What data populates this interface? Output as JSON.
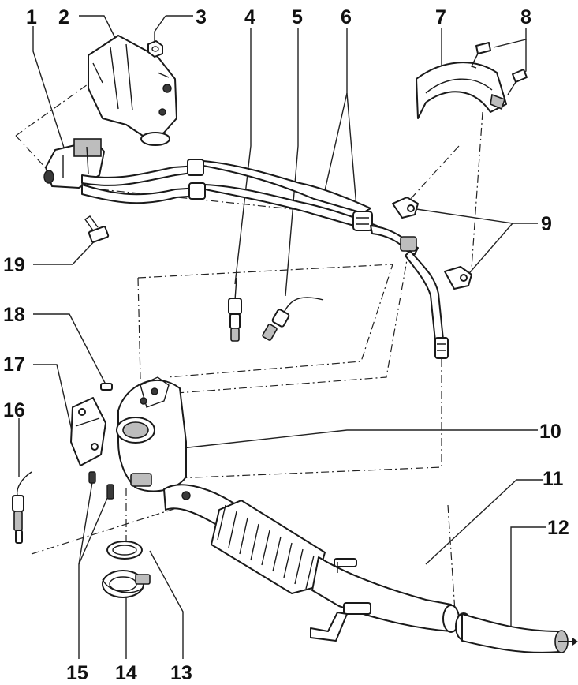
{
  "diagram": {
    "callouts": {
      "c1": "1",
      "c2": "2",
      "c3": "3",
      "c4": "4",
      "c5": "5",
      "c6": "6",
      "c7": "7",
      "c8": "8",
      "c9": "9",
      "c10": "10",
      "c11": "11",
      "c12": "12",
      "c13": "13",
      "c14": "14",
      "c15": "15",
      "c16": "16",
      "c17": "17",
      "c18": "18",
      "c19": "19"
    }
  },
  "colors": {
    "line": "#1a1a1a",
    "shade": "#bdbdbd",
    "background": "#ffffff"
  },
  "icons": {
    "flow-arrow": "arrow-right-icon"
  }
}
